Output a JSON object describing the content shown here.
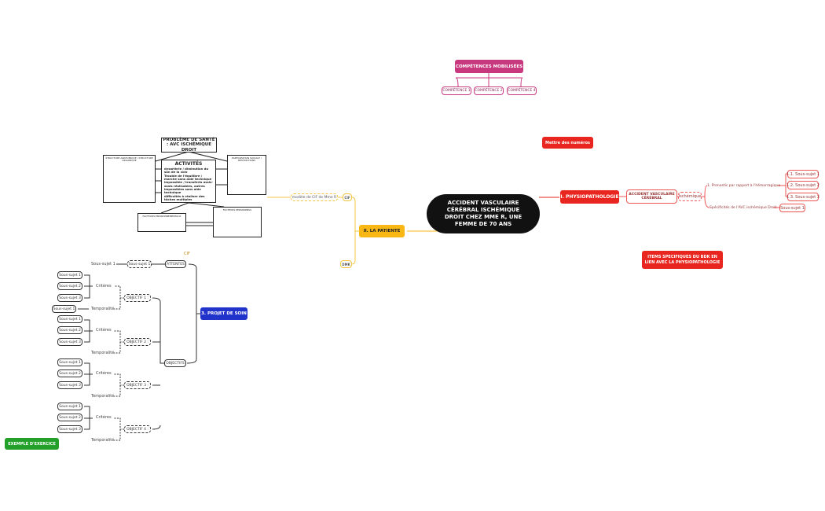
{
  "central": {
    "title": "ACCIDENT VASCULAIRE CÉRÉBRAL ISCHÉMIQUE DROIT CHEZ MME R, UNE FEMME DE 70 ANS"
  },
  "competences": {
    "title": "COMPÉTENCES MOBILISÉES",
    "items": [
      "COMPÉTENCE 1",
      "COMPÉTENCE 2",
      "COMPÉTENCE 4"
    ]
  },
  "notes": {
    "numbers": "Mettre des numéros",
    "items_bdk": "ITEMS SPECIFIQUES DU BDK EN LIEN AVEC LA PHYSIOPATHOLOGIE",
    "example": "EXEMPLE D'EXERCICE"
  },
  "physio": {
    "title": "I.  PHYSIOPATHOLOGIE",
    "avc": "ACCIDENT VASCULAIRE CÉRÉBRAL",
    "ischemique": "Ischémique",
    "pronostic": "1.   Pronostic par rapport à l'hémorragique",
    "sub": [
      "1.1.   Sous-sujet 1",
      "1.2.   Sous-sujet 2",
      "1.3.   Sous-sujet 3"
    ],
    "specificites": "Spécificités de l'AVC ischémique Droit",
    "spec_sub": "Sous-sujet 1"
  },
  "patiente": {
    "title": "II.  LA PATIENTE",
    "cif": "CIF",
    "dmk": "DMK",
    "modele": "modèle de CIF de Mme R"
  },
  "cif_diagram": {
    "probleme": "PROBLÈME DE SANTÉ : AVC ISCHÉMIQUE DROIT",
    "activites_title": "ACTIVITÉS",
    "activites": [
      "dysarthrie / diminution du son de la voix",
      "Trouble de l'équilibre / marche sans aide technique impossible / transferts assis-assis réalisables, autres impossibles sans aide technique",
      "difficultés à réaliser des tâches multiples"
    ],
    "structure": "STRUCTURE ANATOMIQUE / STRUCTURE ORGANIQUE",
    "participation": "PARTICIPATION SOCIALE / RESTRICTIONS",
    "environnementaux": "FACTEURS ENVIRONNEMENTAUX",
    "personnels": "FACTEURS PERSONNELS"
  },
  "projet": {
    "title": "3. PROJET DE SOIN",
    "cif": "CIF",
    "attentes": "ATTENTES",
    "objectifs": "OBJECTIFS",
    "sous_sujet_1": "Sous-sujet 1",
    "criteres": "Critères",
    "temporalite": "Temporalité",
    "objectives": [
      {
        "label": "OBJECTIF 1 :",
        "subs": [
          "Sous-sujet 1",
          "Sous-sujet 2",
          "Sous-sujet 3"
        ],
        "temp": "Sous-sujet 1"
      },
      {
        "label": "OBJECTIF 2 :",
        "subs": [
          "Sous-sujet 1",
          "Sous-sujet 2",
          "Sous-sujet 3"
        ]
      },
      {
        "label": "OBJECTIF 3 :",
        "subs": [
          "Sous-sujet 1",
          "Sous-sujet 2",
          "Sous-sujet 3"
        ]
      },
      {
        "label": "OBJECTIF 4 :",
        "subs": [
          "Sous-sujet 1",
          "Sous-sujet 2",
          "Sous-sujet 3"
        ]
      }
    ]
  },
  "colors": {
    "red": "#e8261f",
    "yellow": "#f8b712",
    "blue": "#2233cc",
    "pink": "#c8387f",
    "green": "#22a02a",
    "black": "#111111"
  }
}
